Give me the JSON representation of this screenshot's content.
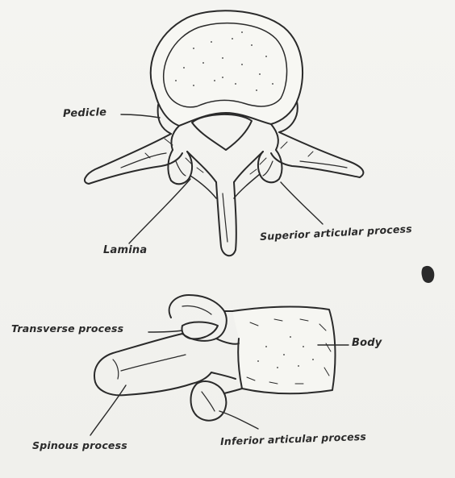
{
  "labels": {
    "pedicle": "Pedicle",
    "lamina": "Lamina",
    "superior_articular_process": "Superior articular process",
    "transverse_process": "Transverse process",
    "body": "Body",
    "spinous_process": "Spinous process",
    "inferior_articular_process": "Inferior articular process"
  },
  "colors": {
    "paper": "#f2f2ef",
    "ink": "#2a2a2a"
  }
}
